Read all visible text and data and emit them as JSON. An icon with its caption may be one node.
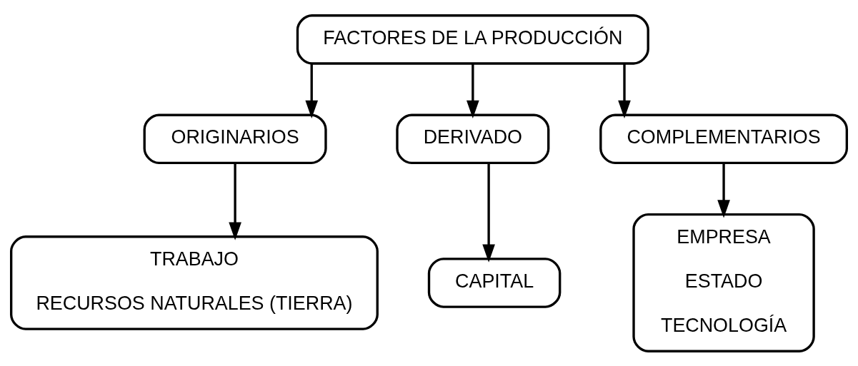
{
  "diagram": {
    "nodes": [
      {
        "text": [
          "FACTORES DE LA PRODUCCIÓN"
        ]
      },
      {
        "text": [
          "ORIGINARIOS"
        ]
      },
      {
        "text": [
          "DERIVADO"
        ]
      },
      {
        "text": [
          "COMPLEMENTARIOS"
        ]
      },
      {
        "text": [
          "TRABAJO",
          "RECURSOS NATURALES (TIERRA)"
        ]
      },
      {
        "text": [
          "CAPITAL"
        ]
      },
      {
        "text": [
          "EMPRESA",
          "ESTADO",
          "TECNOLOGÍA"
        ]
      }
    ],
    "edges": [
      {
        "from": 0,
        "to": 1,
        "arrow": "to"
      },
      {
        "from": 0,
        "to": 2,
        "arrow": "to"
      },
      {
        "from": 0,
        "to": 3,
        "arrow": "to"
      },
      {
        "from": 1,
        "to": 4,
        "arrow": "to"
      },
      {
        "from": 2,
        "to": 5,
        "arrow": "to"
      },
      {
        "from": 3,
        "to": 6,
        "arrow": "to"
      }
    ]
  }
}
